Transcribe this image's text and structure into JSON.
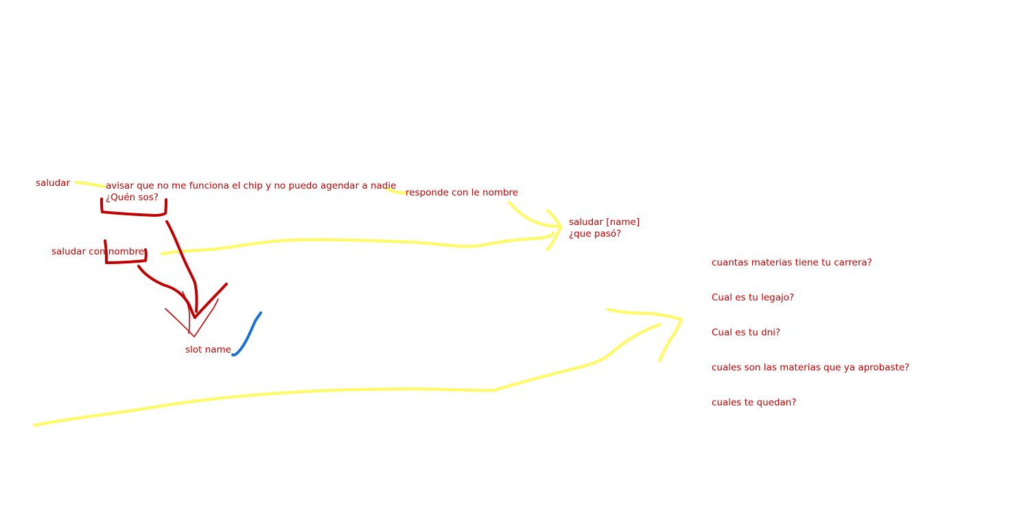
{
  "notes": {
    "saludar": "saludar",
    "avisar": "avisar que no me funciona el chip y no puedo agendar a nadie",
    "quien_sos": "¿Quén sos?",
    "responde": "responde con le nombre",
    "saludar_name_line1": "saludar [name]",
    "saludar_name_line2": "¿que pasó?",
    "saludar_con_nombre": "saludar con nombre",
    "slot_name": "slot name",
    "questions": [
      "cuantas materias tiene tu carrera?",
      "Cual es tu legajo?",
      "Cual es tu dni?",
      "cuales son las materias que ya aprobaste?",
      "cuales te quedan?"
    ]
  },
  "colors": {
    "text": "#c00000",
    "yellow_stroke": "#fffa6b",
    "red_stroke": "#c00000",
    "blue_stroke": "#1a6fd4",
    "background": "#ffffff"
  }
}
